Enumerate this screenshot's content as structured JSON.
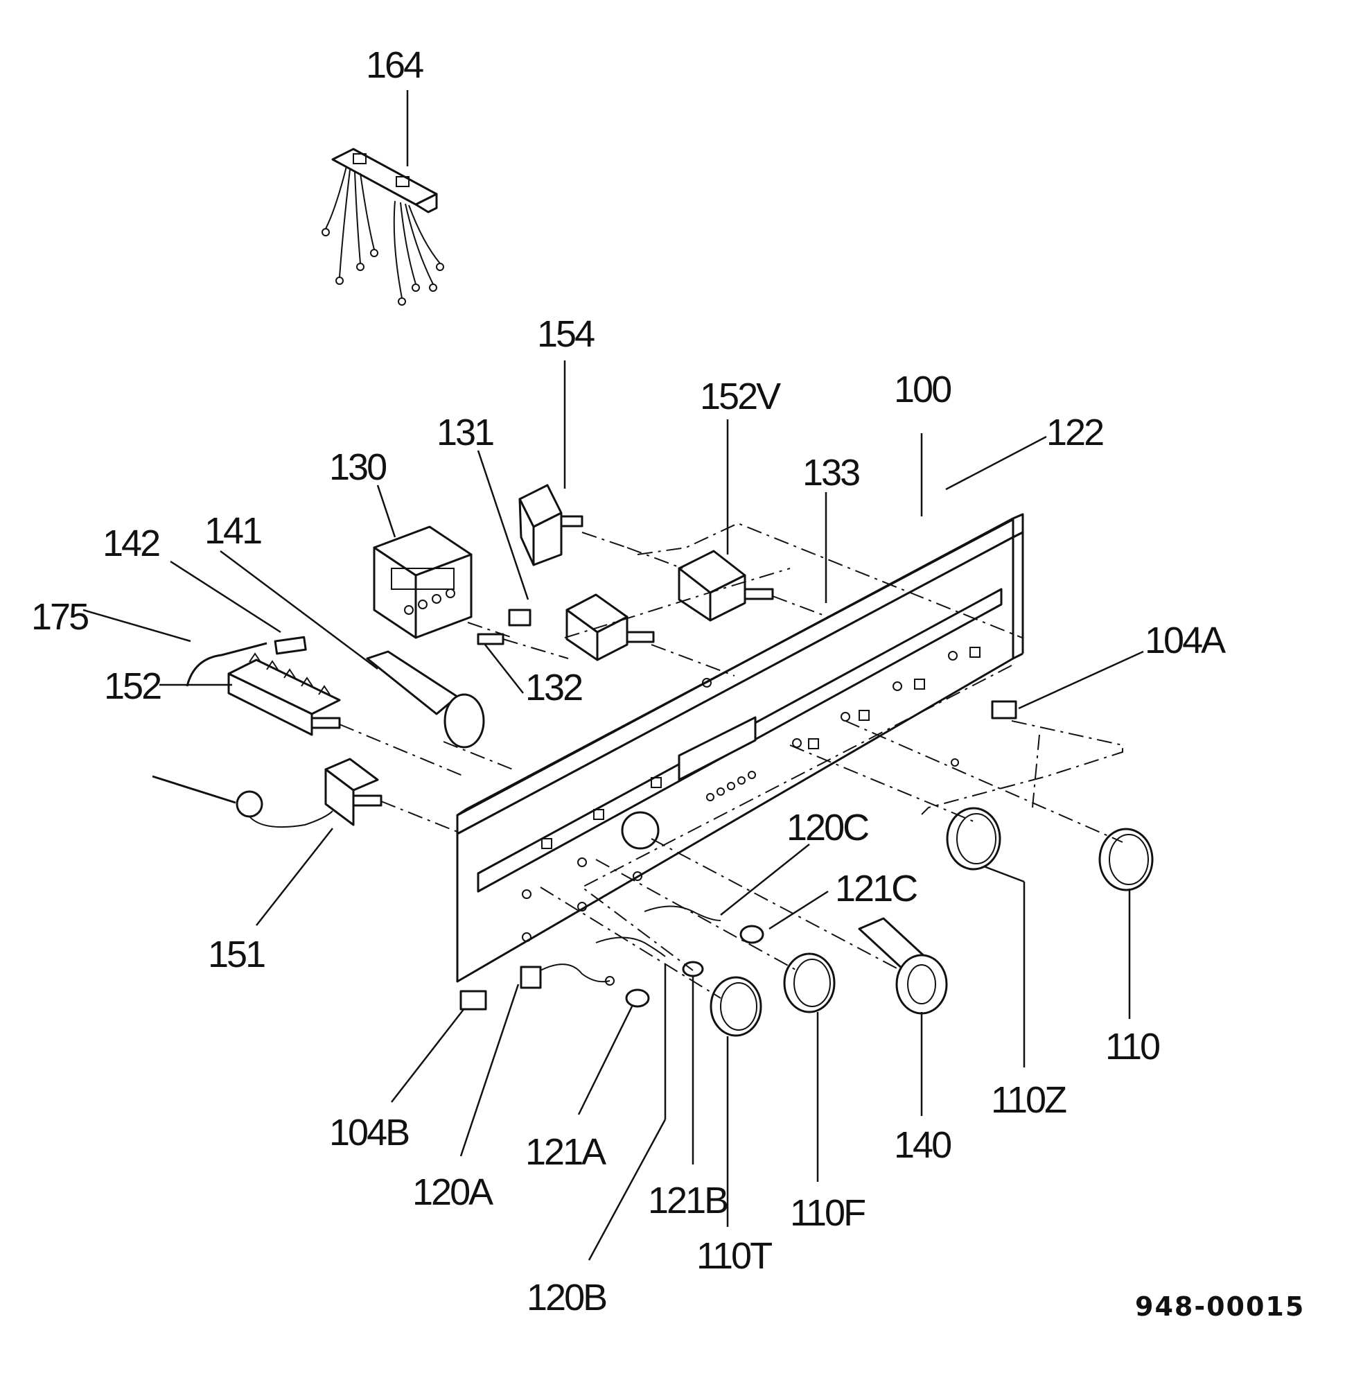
{
  "labels": {
    "p164": "164",
    "p154": "154",
    "p152V": "152V",
    "p100": "100",
    "p122": "122",
    "p133": "133",
    "p131": "131",
    "p130": "130",
    "p141": "141",
    "p142": "142",
    "p175": "175",
    "p152": "152",
    "p132": "132",
    "p104A": "104A",
    "p151": "151",
    "p120C": "120C",
    "p121C": "121C",
    "p110": "110",
    "p110Z": "110Z",
    "p140": "140",
    "p110F": "110F",
    "p110T": "110T",
    "p121B": "121B",
    "p120B": "120B",
    "p121A": "121A",
    "p120A": "120A",
    "p104B": "104B"
  },
  "drawing_code": "948-00015",
  "colors": {
    "ink": "#111111",
    "paper": "#ffffff"
  }
}
